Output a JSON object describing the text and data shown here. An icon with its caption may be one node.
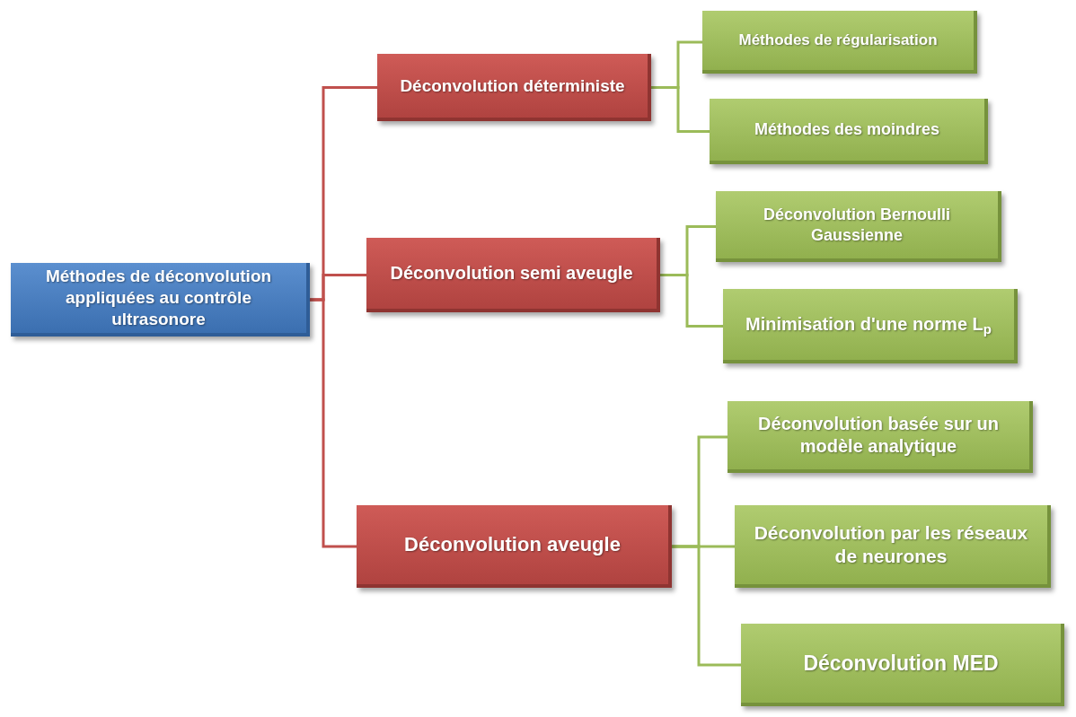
{
  "diagram": {
    "nodes": [
      {
        "text": [
          "Méthodes de déconvolution appliquées au contrôle ultrasonore"
        ]
      },
      {
        "text": [
          "Déconvolution déterministe"
        ]
      },
      {
        "text": [
          "Déconvolution semi aveugle"
        ]
      },
      {
        "text": [
          "Déconvolution aveugle"
        ]
      },
      {
        "text": [
          "Méthodes de régularisation"
        ]
      },
      {
        "text": [
          "Méthodes des moindres"
        ]
      },
      {
        "text": [
          "Déconvolution Bernoulli Gaussienne"
        ]
      },
      {
        "text": [
          "Minimisation d'une norme L$_{p}$"
        ]
      },
      {
        "text": [
          "Déconvolution basée sur un modèle analytique"
        ]
      },
      {
        "text": [
          "Déconvolution par les réseaux de neurones"
        ]
      },
      {
        "text": [
          "Déconvolution MED"
        ]
      }
    ],
    "edges": [
      {
        "from": 0,
        "to": 1,
        "arrow": "none",
        "color": "#c0504d"
      },
      {
        "from": 0,
        "to": 2,
        "arrow": "none",
        "color": "#c0504d"
      },
      {
        "from": 0,
        "to": 3,
        "arrow": "none",
        "color": "#c0504d"
      },
      {
        "from": 1,
        "to": 4,
        "arrow": "none"
      },
      {
        "from": 1,
        "to": 5,
        "arrow": "none"
      },
      {
        "from": 2,
        "to": 6,
        "arrow": "none"
      },
      {
        "from": 2,
        "to": 7,
        "arrow": "none"
      },
      {
        "from": 3,
        "to": 8,
        "arrow": "none"
      },
      {
        "from": 3,
        "to": 9,
        "arrow": "none"
      },
      {
        "from": 3,
        "to": 10,
        "arrow": "none"
      }
    ]
  }
}
